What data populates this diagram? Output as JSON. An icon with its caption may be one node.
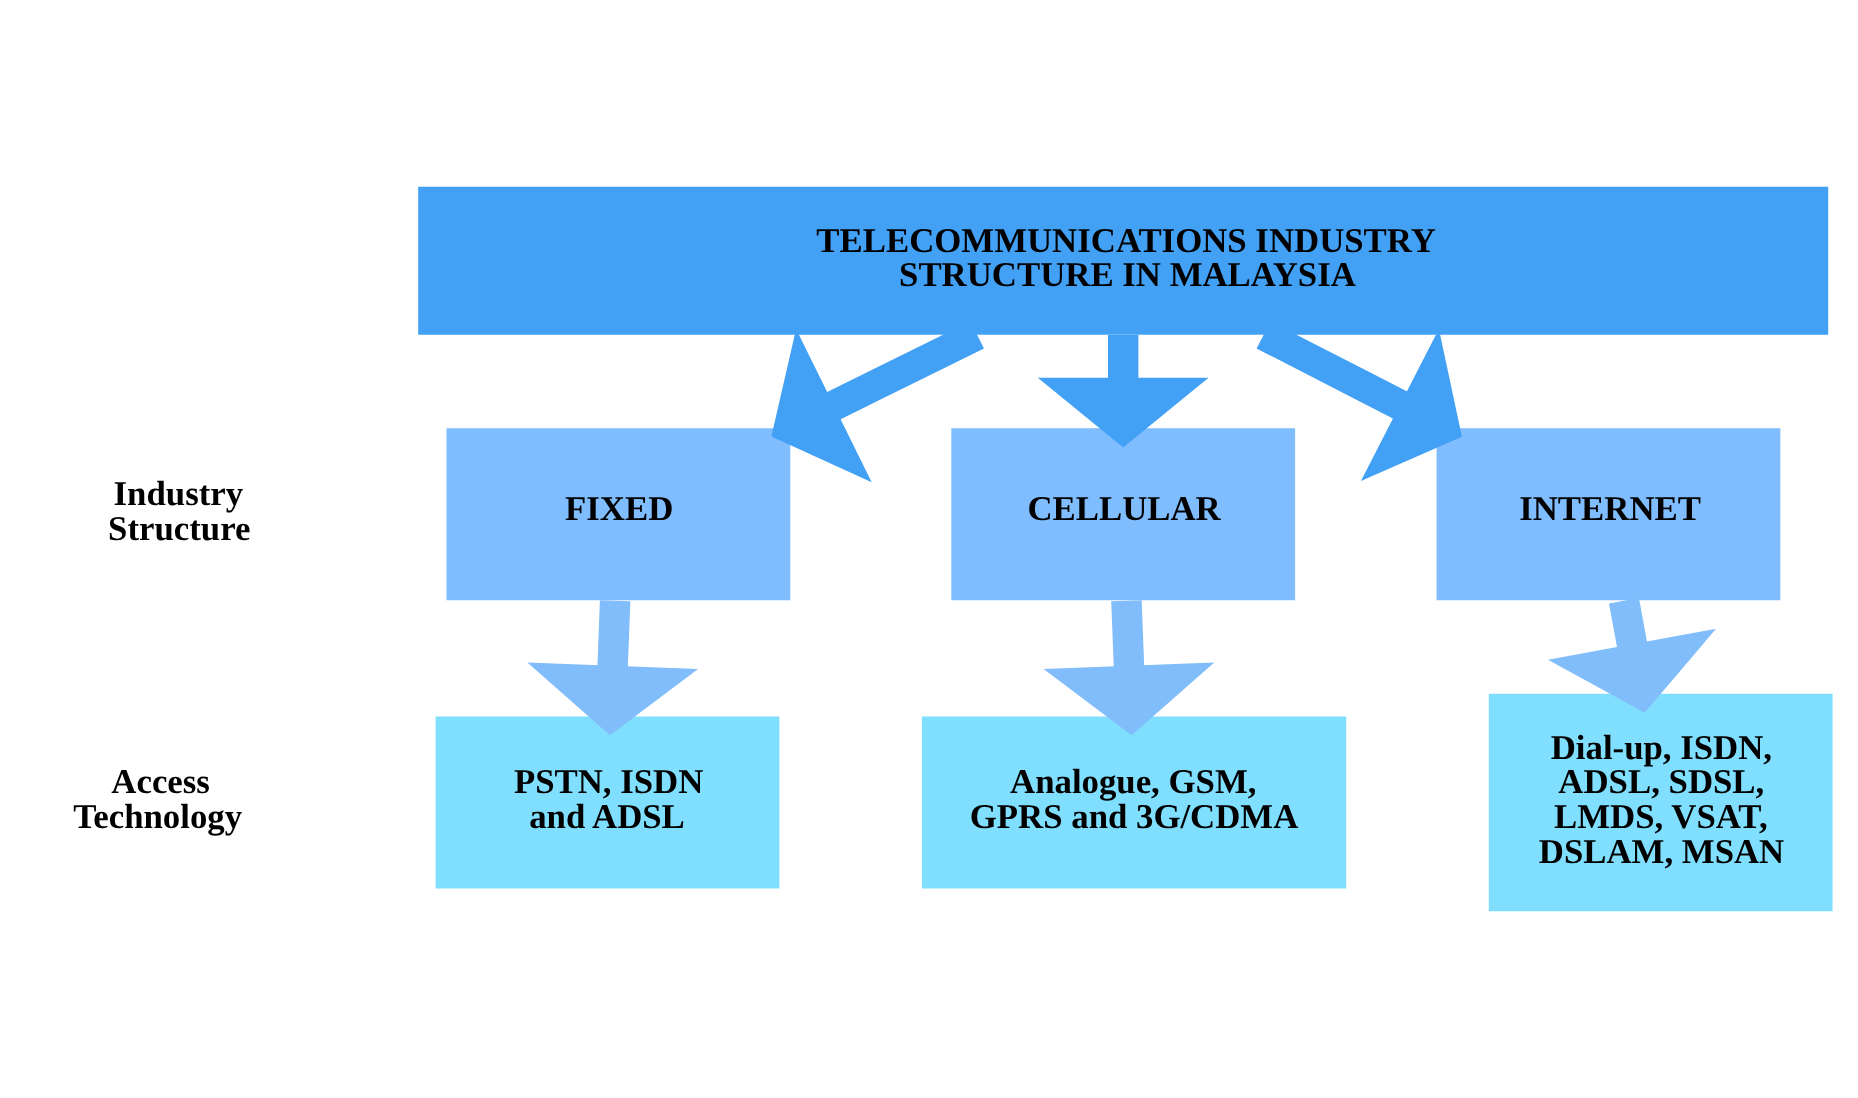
{
  "diagram": {
    "nodes": [
      {
        "text": [
          "TELECOMMUNICATIONS INDUSTRY STRUCTURE IN MALAYSIA"
        ]
      },
      {
        "text": [
          "FIXED"
        ]
      },
      {
        "text": [
          "CELLULAR"
        ]
      },
      {
        "text": [
          "INTERNET"
        ]
      },
      {
        "text": [
          "PSTN, ISDN and ADSL"
        ]
      },
      {
        "text": [
          "Analogue, GSM, GPRS and 3G/CDMA"
        ]
      },
      {
        "text": [
          "Dial-up, ISDN, ADSL, SDSL, LMDS, VSAT, DSLAM, MSAN"
        ]
      }
    ],
    "edges": [
      {
        "from": 0,
        "to": 1,
        "arrow": "to",
        "color": "#42a0f5"
      },
      {
        "from": 0,
        "to": 2,
        "arrow": "to",
        "color": "#42a0f5"
      },
      {
        "from": 0,
        "to": 3,
        "arrow": "to",
        "color": "#42a0f5"
      },
      {
        "from": 1,
        "to": 4,
        "arrow": "to",
        "color": "#80bdfa"
      },
      {
        "from": 2,
        "to": 5,
        "arrow": "to",
        "color": "#80bdfa"
      },
      {
        "from": 3,
        "to": 6,
        "arrow": "to",
        "color": "#80bdfa"
      }
    ],
    "labels": [
      "Industry Structure",
      "Access Technology"
    ]
  }
}
